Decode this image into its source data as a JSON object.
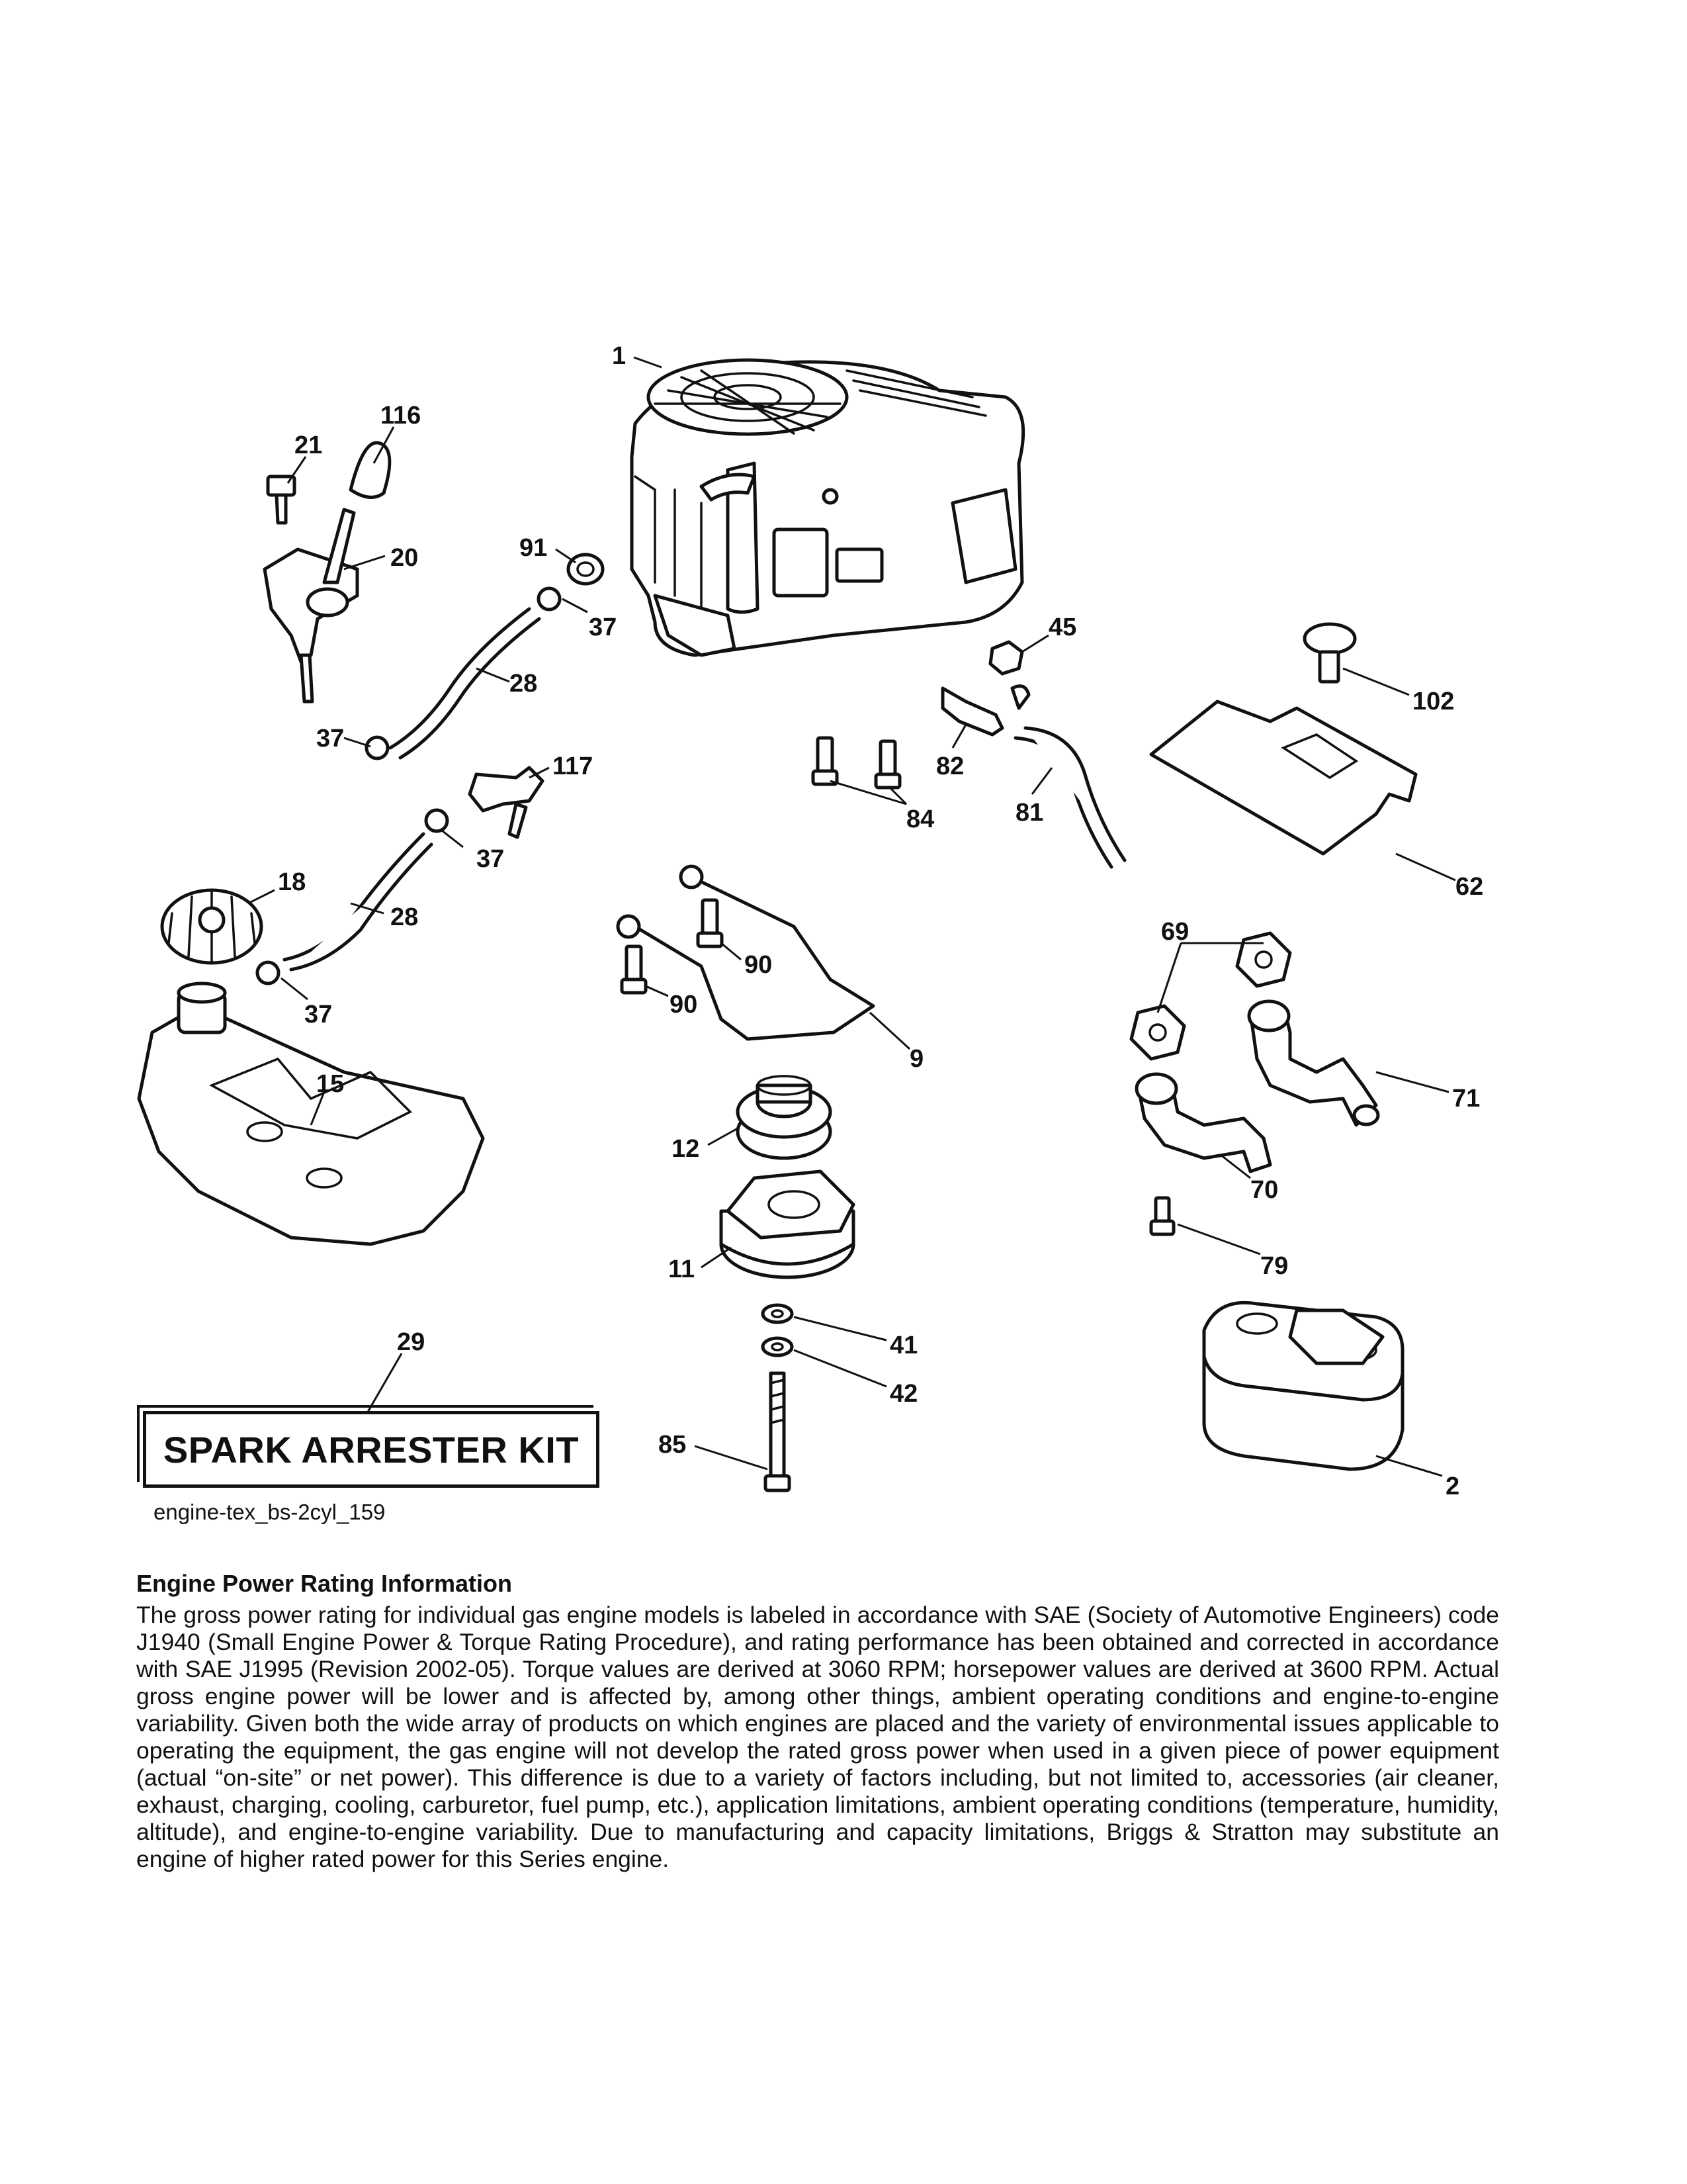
{
  "diagram": {
    "callouts": {
      "c1": "1",
      "c2": "2",
      "c9": "9",
      "c11": "11",
      "c12": "12",
      "c15": "15",
      "c18": "18",
      "c20": "20",
      "c21": "21",
      "c28a": "28",
      "c28b": "28",
      "c29": "29",
      "c37a": "37",
      "c37b": "37",
      "c37c": "37",
      "c37d": "37",
      "c41": "41",
      "c42": "42",
      "c45": "45",
      "c62": "62",
      "c69": "69",
      "c70": "70",
      "c71": "71",
      "c79": "79",
      "c81": "81",
      "c82": "82",
      "c84": "84",
      "c85": "85",
      "c90a": "90",
      "c90b": "90",
      "c91": "91",
      "c102": "102",
      "c116": "116",
      "c117": "117"
    }
  },
  "kit_label": "SPARK ARRESTER KIT",
  "filename": "engine-tex_bs-2cyl_159",
  "info": {
    "title": "Engine Power Rating Information",
    "body": "The gross power rating for individual gas engine models is labeled in accordance with SAE (Society of Automotive Engineers) code J1940 (Small Engine Power & Torque Rating Procedure), and rating performance has been obtained and corrected in accordance with SAE J1995 (Revision 2002-05). Torque values are derived at 3060 RPM; horsepower values are derived at 3600 RPM. Actual gross engine power will be lower and is affected by, among other things, ambient operating conditions and engine-to-engine variability. Given both the wide array of products on which engines are placed and the variety of environmental issues applicable to operating the equipment, the gas engine will not develop the rated gross power when used in a given piece of power equipment (actual “on-site” or net power). This difference is due to a variety of factors including, but not limited to, accessories (air cleaner, exhaust, charging, cooling, carburetor, fuel pump, etc.), application limitations, ambient operating conditions (temperature, humidity, altitude), and engine-to-engine variability. Due to manufacturing and capacity limitations, Briggs & Stratton may substitute an engine of higher rated power for this Series engine."
  }
}
